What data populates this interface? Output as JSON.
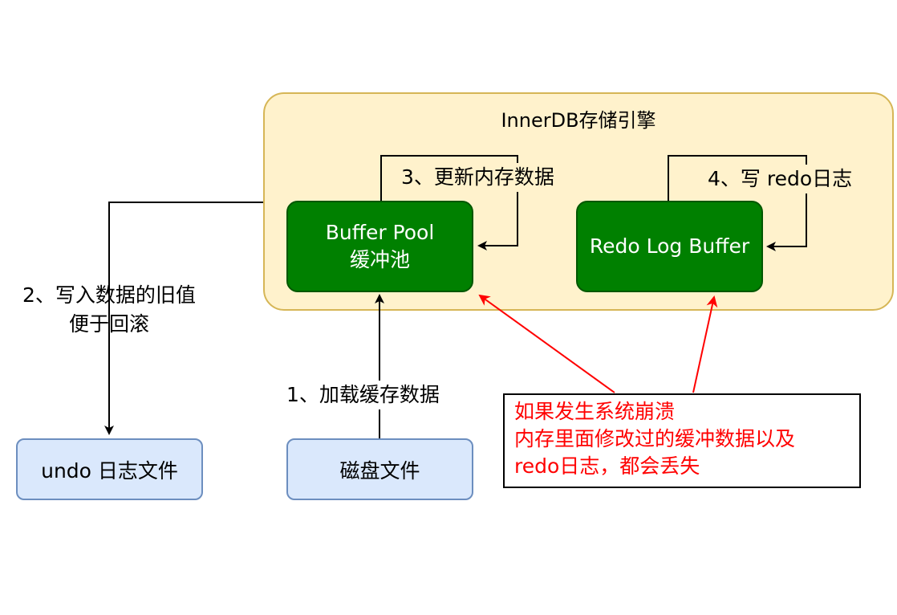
{
  "engine": {
    "title": "InnerDB存储引擎"
  },
  "nodes": {
    "buffer_pool": {
      "line1": "Buffer Pool",
      "line2": "缓冲池"
    },
    "redo_log_buffer": {
      "label": "Redo Log Buffer"
    },
    "undo_file": {
      "label": "undo 日志文件"
    },
    "disk_file": {
      "label": "磁盘文件"
    }
  },
  "steps": {
    "step1": "1、加载缓存数据",
    "step2_line1": "2、写入数据的旧值",
    "step2_line2": "便于回滚",
    "step3": "3、更新内存数据",
    "step4": "4、写 redo日志"
  },
  "warning": {
    "line1": "如果发生系统崩溃",
    "line2": "内存里面修改过的缓冲数据以及",
    "line3": "redo日志，都会丢失"
  },
  "colors": {
    "engine_fill": "#fff2cc",
    "engine_border": "#d6b656",
    "node_green": "#008000",
    "node_blue": "#dae8fc",
    "warning_text": "#ff0000"
  }
}
